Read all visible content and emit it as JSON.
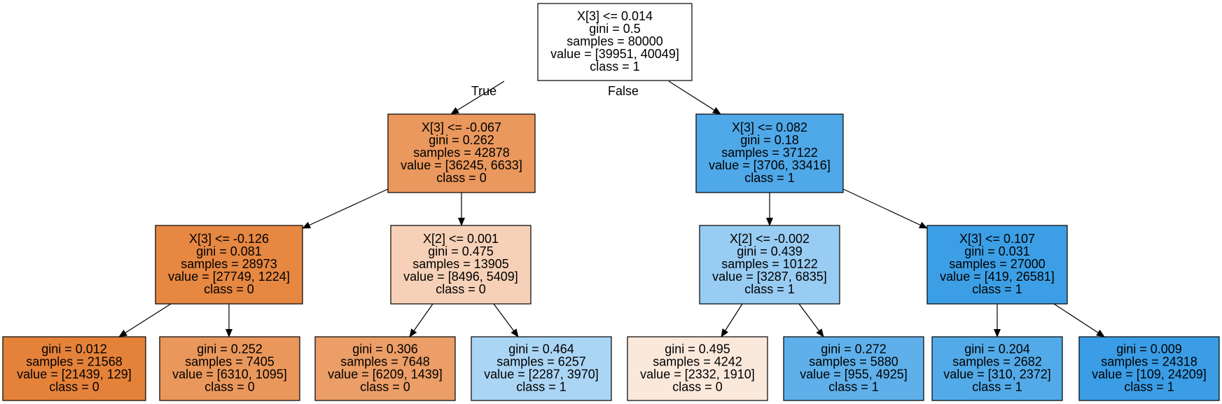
{
  "tree": {
    "nodes": [
      {
        "id": "n0",
        "lines": [
          "X[3] <= 0.014",
          "gini = 0.5",
          "samples = 80000",
          "value = [39951, 40049]",
          "class = 1"
        ],
        "fill": "#fefeff"
      },
      {
        "id": "n1",
        "lines": [
          "X[3] <= -0.067",
          "gini = 0.262",
          "samples = 42878",
          "value = [36245, 6633]",
          "class = 0"
        ],
        "fill": "#ea985d"
      },
      {
        "id": "n2",
        "lines": [
          "X[3] <= 0.082",
          "gini = 0.18",
          "samples = 37122",
          "value = [3706, 33416]",
          "class = 1"
        ],
        "fill": "#4fa8e8"
      },
      {
        "id": "n3",
        "lines": [
          "X[3] <= -0.126",
          "gini = 0.081",
          "samples = 28973",
          "value = [27749, 1224]",
          "class = 0"
        ],
        "fill": "#e68742"
      },
      {
        "id": "n4",
        "lines": [
          "X[2] <= 0.001",
          "gini = 0.475",
          "samples = 13905",
          "value = [8496, 5409]",
          "class = 0"
        ],
        "fill": "#f6d1b7"
      },
      {
        "id": "n5",
        "lines": [
          "X[2] <= -0.002",
          "gini = 0.439",
          "samples = 10122",
          "value = [3287, 6835]",
          "class = 1"
        ],
        "fill": "#98ccf2"
      },
      {
        "id": "n6",
        "lines": [
          "X[3] <= 0.107",
          "gini = 0.031",
          "samples = 27000",
          "value = [419, 26581]",
          "class = 1"
        ],
        "fill": "#3c9fe5"
      },
      {
        "id": "n7",
        "lines": [
          "gini = 0.012",
          "samples = 21568",
          "value = [21439, 129]",
          "class = 0"
        ],
        "fill": "#e5823a"
      },
      {
        "id": "n8",
        "lines": [
          "gini = 0.252",
          "samples = 7405",
          "value = [6310, 1095]",
          "class = 0"
        ],
        "fill": "#ea975b"
      },
      {
        "id": "n9",
        "lines": [
          "gini = 0.306",
          "samples = 7648",
          "value = [6209, 1439]",
          "class = 0"
        ],
        "fill": "#eb9e67"
      },
      {
        "id": "n10",
        "lines": [
          "gini = 0.464",
          "samples = 6257",
          "value = [2287, 3970]",
          "class = 1"
        ],
        "fill": "#abd5f4"
      },
      {
        "id": "n11",
        "lines": [
          "gini = 0.495",
          "samples = 4242",
          "value = [2332, 1910]",
          "class = 0"
        ],
        "fill": "#fae8db"
      },
      {
        "id": "n12",
        "lines": [
          "gini = 0.272",
          "samples = 5880",
          "value = [955, 4925]",
          "class = 1"
        ],
        "fill": "#5fb0ea"
      },
      {
        "id": "n13",
        "lines": [
          "gini = 0.204",
          "samples = 2682",
          "value = [310, 2372]",
          "class = 1"
        ],
        "fill": "#53aae8"
      },
      {
        "id": "n14",
        "lines": [
          "gini = 0.009",
          "samples = 24318",
          "value = [109, 24209]",
          "class = 1"
        ],
        "fill": "#3a9de5"
      }
    ],
    "edges": [
      {
        "from": "n0",
        "to": "n1",
        "label": "True"
      },
      {
        "from": "n0",
        "to": "n2",
        "label": "False"
      },
      {
        "from": "n1",
        "to": "n3",
        "label": ""
      },
      {
        "from": "n1",
        "to": "n4",
        "label": ""
      },
      {
        "from": "n2",
        "to": "n5",
        "label": ""
      },
      {
        "from": "n2",
        "to": "n6",
        "label": ""
      },
      {
        "from": "n3",
        "to": "n7",
        "label": ""
      },
      {
        "from": "n3",
        "to": "n8",
        "label": ""
      },
      {
        "from": "n4",
        "to": "n9",
        "label": ""
      },
      {
        "from": "n4",
        "to": "n10",
        "label": ""
      },
      {
        "from": "n5",
        "to": "n11",
        "label": ""
      },
      {
        "from": "n5",
        "to": "n12",
        "label": ""
      },
      {
        "from": "n6",
        "to": "n13",
        "label": ""
      },
      {
        "from": "n6",
        "to": "n14",
        "label": ""
      }
    ],
    "colors": {
      "stroke": "#000000",
      "text": "#000000",
      "background": "#ffffff"
    }
  }
}
